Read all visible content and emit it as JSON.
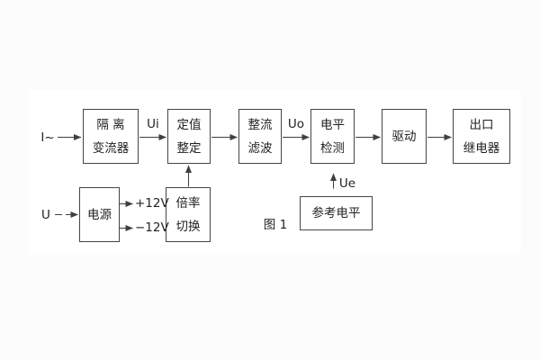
{
  "figure": {
    "caption": "图 1"
  },
  "blocks": {
    "isolation_transformer": {
      "line1": "隔 离",
      "line2": "变流器"
    },
    "setting": {
      "line1": "定值",
      "line2": "整定"
    },
    "rectify_filter": {
      "line1": "整流",
      "line2": "滤波"
    },
    "level_detect": {
      "line1": "电平",
      "line2": "检测"
    },
    "drive": {
      "line1": "驱动"
    },
    "output_relay": {
      "line1": "出口",
      "line2": "继电器"
    },
    "power_supply": {
      "line1": "电源"
    },
    "ratio_switch": {
      "line1": "倍率",
      "line2": "切换"
    },
    "reference_level": {
      "line1": "参考电平"
    }
  },
  "labels": {
    "input_current": "I~",
    "input_voltage": "U",
    "ui": "Ui",
    "uo": "Uo",
    "ue": "Ue",
    "plus_12v": "+12V",
    "minus_12v": "−12V"
  },
  "colors": {
    "line": "#3f3f3f",
    "text": "#222222",
    "page_background": "#fcfcfc",
    "panel_background": "#ffffff"
  }
}
